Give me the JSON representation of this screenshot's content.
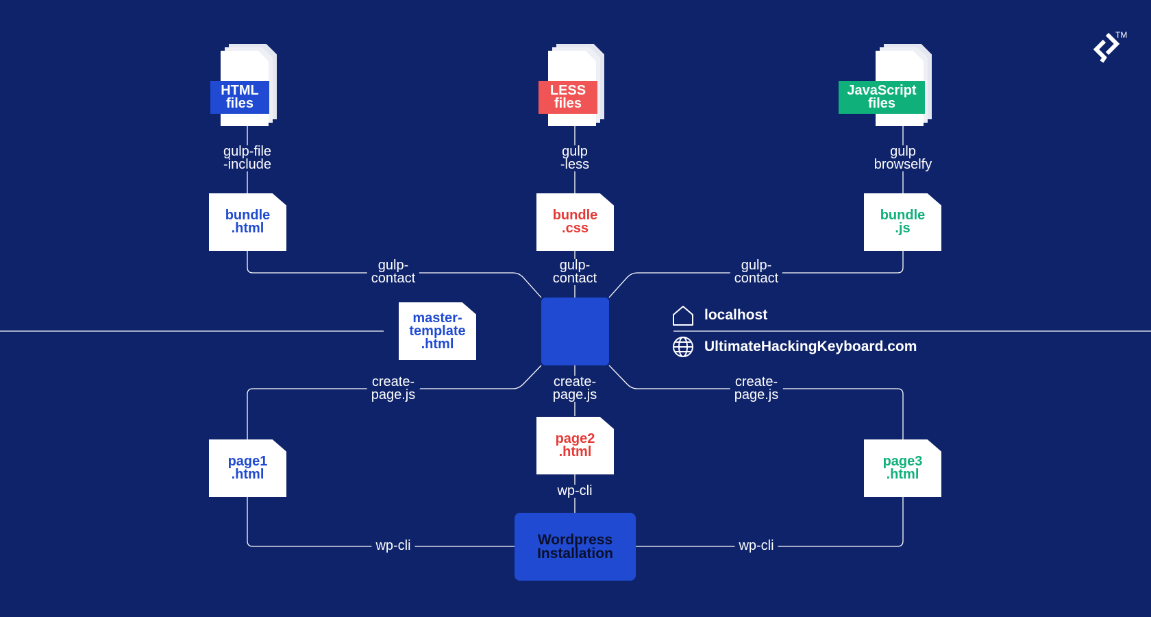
{
  "colors": {
    "background": "#0f236a",
    "html_blue": "#1f4ad1",
    "less_red": "#f05454",
    "css_red": "#e53935",
    "js_green": "#10b07a",
    "white": "#ffffff"
  },
  "sources": {
    "html": "HTML\nfiles",
    "less": "LESS\nfiles",
    "js": "JavaScript\nfiles"
  },
  "transforms": {
    "html": "gulp-file\n-include",
    "less": "gulp\n-less",
    "js": "gulp\nbrowselfy"
  },
  "bundles": {
    "html": "bundle\n.html",
    "css": "bundle\n.css",
    "js": "bundle\n.js"
  },
  "concat": {
    "left": "gulp-\ncontact",
    "center": "gulp-\ncontact",
    "right": "gulp-\ncontact"
  },
  "master_template": "master-\ntemplate\n.html",
  "environments": {
    "localhost": "localhost",
    "production": "UltimateHackingKeyboard.com"
  },
  "create_page": {
    "left": "create-\npage.js",
    "center": "create-\npage.js",
    "right": "create-\npage.js"
  },
  "pages": {
    "page1": "page1\n.html",
    "page2": "page2\n.html",
    "page3": "page3\n.html"
  },
  "wp_cli": {
    "left": "wp-cli",
    "center": "wp-cli",
    "right": "wp-cli"
  },
  "wordpress": "Wordpress\nInstallation",
  "brand": {
    "icon": "toptal-logo-icon",
    "tm": "TM"
  }
}
